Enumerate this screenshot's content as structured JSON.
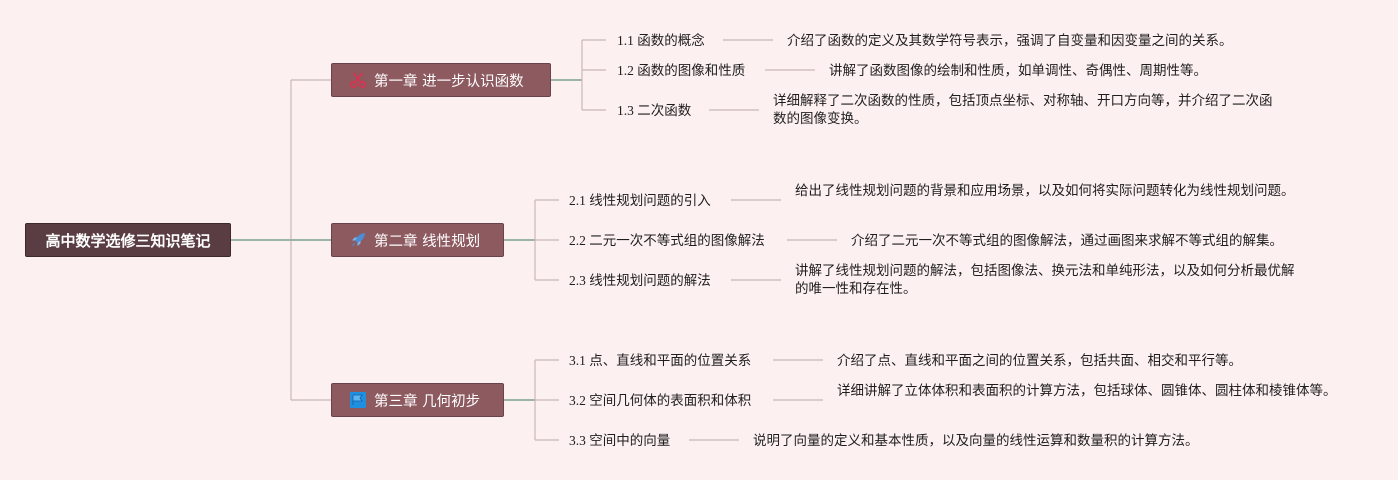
{
  "root": {
    "label": "高中数学选修三知识笔记"
  },
  "chapters": [
    {
      "label": "第一章 进一步认识函数",
      "icon": "scissors-icon",
      "icon_color": "#d6344f",
      "topics": [
        {
          "title": "1.1 函数的概念",
          "desc": "介绍了函数的定义及其数学符号表示，强调了自变量和因变量之间的关系。"
        },
        {
          "title": "1.2 函数的图像和性质",
          "desc": "讲解了函数图像的绘制和性质，如单调性、奇偶性、周期性等。"
        },
        {
          "title": "1.3 二次函数",
          "desc": "详细解释了二次函数的性质，包括顶点坐标、对称轴、开口方向等，并介绍了二次函数的图像变换。"
        }
      ]
    },
    {
      "label": "第二章 线性规划",
      "icon": "rocket-icon",
      "icon_color": "#4a8fd6",
      "topics": [
        {
          "title": "2.1 线性规划问题的引入",
          "desc": "给出了线性规划问题的背景和应用场景，以及如何将实际问题转化为线性规划问题。"
        },
        {
          "title": "2.2 二元一次不等式组的图像解法",
          "desc": "介绍了二元一次不等式组的图像解法，通过画图来求解不等式组的解集。"
        },
        {
          "title": "2.3 线性规划问题的解法",
          "desc": "讲解了线性规划问题的解法，包括图像法、换元法和单纯形法，以及如何分析最优解的唯一性和存在性。"
        }
      ]
    },
    {
      "label": "第三章 几何初步",
      "icon": "flag-icon",
      "icon_color": "#1f8fe0",
      "topics": [
        {
          "title": "3.1 点、直线和平面的位置关系",
          "desc": "介绍了点、直线和平面之间的位置关系，包括共面、相交和平行等。"
        },
        {
          "title": "3.2 空间几何体的表面积和体积",
          "desc": "详细讲解了立体体积和表面积的计算方法，包括球体、圆锥体、圆柱体和棱锥体等。"
        },
        {
          "title": "3.3 空间中的向量",
          "desc": "说明了向量的定义和基本性质，以及向量的线性运算和数量积的计算方法。"
        }
      ]
    }
  ]
}
